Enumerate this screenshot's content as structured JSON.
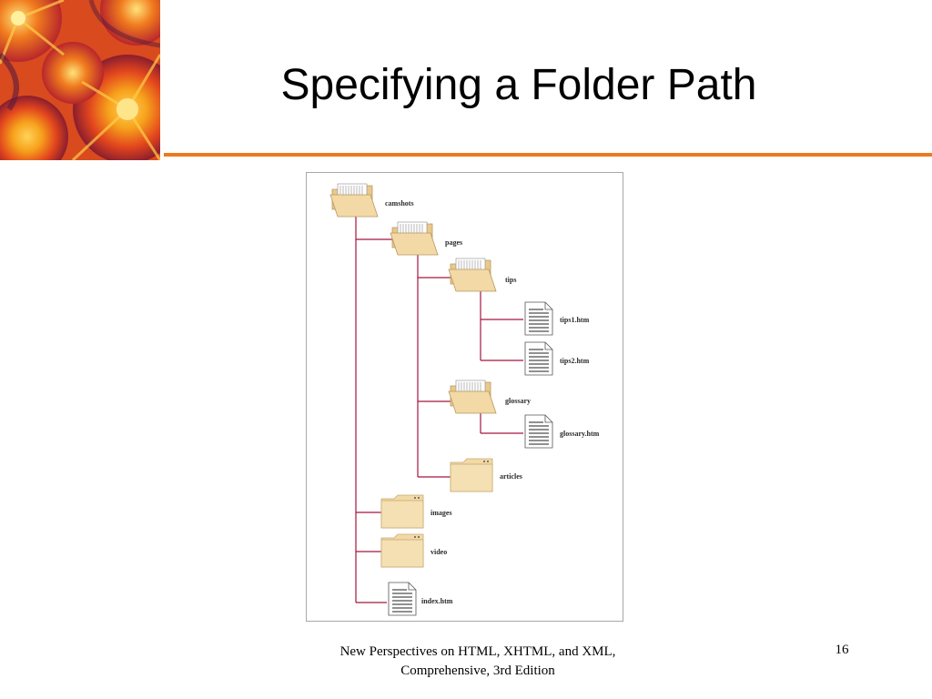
{
  "slide": {
    "title": "Specifying a Folder Path",
    "footer": "New Perspectives on HTML, XHTML, and XML, Comprehensive, 3rd Edition",
    "page_number": "16"
  },
  "tree": {
    "camshots": "camshots",
    "pages": "pages",
    "tips": "tips",
    "tips1": "tips1.htm",
    "tips2": "tips2.htm",
    "glossary": "glossary",
    "glossary_htm": "glossary.htm",
    "articles": "articles",
    "images": "images",
    "video": "video",
    "index": "index.htm"
  },
  "colors": {
    "accent_rule": "#ec7a1e",
    "tree_line": "#a3163f",
    "folder": "#f2d9a6"
  }
}
